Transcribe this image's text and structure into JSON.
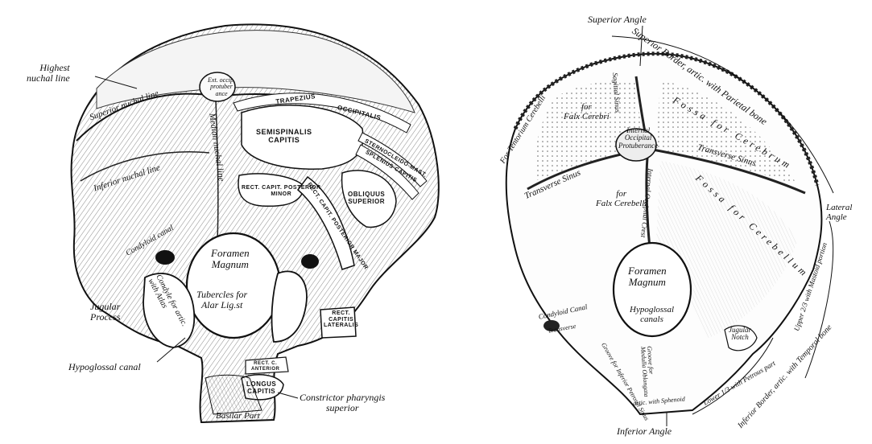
{
  "left_view": {
    "highest_nuchal_line": "Highest\nnuchal line",
    "superior_nuchal_line": "Superior nuchal line",
    "inferior_nuchal_line": "Inferior nuchal line",
    "median_nuchal_line": "Median nuchal line",
    "ext_occip_protuberance": "Ext. occip.\nprotuber\nance",
    "trapezius": "TRAPEZIUS",
    "occipitalis": "OCCIPITALIS",
    "semispinalis_capitis": "SEMISPINALIS\nCAPITIS",
    "sternocleidomast": "STERNOCLEIDO-MAST.",
    "splenius_capitis": "SPLENIUS CAPITIS",
    "rect_capit_post_minor": "RECT. CAPIT. POSTERIOR\nMINOR",
    "rect_capit_post_major": "RECT. CAPIT. POSTERIOR MAJOR",
    "obliquus_superior": "OBLIQUUS\nSUPERIOR",
    "condyloid_canal": "Condyloid canal",
    "foramen_magnum": "Foramen\nMagnum",
    "tubercles_alar": "Tubercles for\nAlar Lig.st",
    "jugular_process": "Jugular\nProcess",
    "condyle_artic_atlas": "Condyle for artic.\nwith Atlas",
    "rect_capitis_lateralis": "RECT.\nCAPITIS\nLATERALIS",
    "rect_cap_anterior": "RECT. C.\nANTERIOR",
    "longus_capitis": "LONGUS\nCAPITIS",
    "hypoglossal_canal": "Hypoglossal canal",
    "constrictor_pharyngis": "Constrictor pharyngis\nsuperior",
    "basilar_part": "Basilar Part"
  },
  "right_view": {
    "superior_angle": "Superior Angle",
    "superior_border": "Superior Border, artic. with Parietal bone",
    "for_tentorium_cerebelli": "For Tentorium Cerebelli",
    "for_falx_cerebri": "for\nFalx Cerebri",
    "sagittal_sinus": "Sagittal Sinus",
    "fossa_cerebrum": "Fossa for Cerebrum",
    "internal_occipital_protuberance": "Internal\nOccipital\nProtuberance",
    "transverse_sinus_left": "Transverse Sinus",
    "transverse_sinus_right": "Transverse Sinus",
    "for_falx_cerebelli": "for\nFalx Cerebelli",
    "internal_occipital_crest": "Internal Occipital Crest",
    "fossa_cerebellum": "Fossa for Cerebellum",
    "lateral_angle": "Lateral\nAngle",
    "foramen_magnum": "Foramen\nMagnum",
    "hypoglossal_canals": "Hypoglossal\ncanals",
    "condyloid_canal": "Condyloid Canal",
    "transverse": "Transverse",
    "groove_inferior_petrosal": "Groove for Inferior Petrosal Sinus",
    "groove_medulla": "Groove for\nMedulla Oblongata",
    "artic_sphenoid": "artic. with Sphenoid",
    "jugular_notch": "Jugular\nNotch",
    "upper_mastoid": "Upper 2/3 with Mastoid portion",
    "lower_petrous": "Lower 1/3 with Petrous part",
    "inferior_border": "Inferior Border, artic. with Temporal bone",
    "inferior_angle": "Inferior Angle"
  }
}
